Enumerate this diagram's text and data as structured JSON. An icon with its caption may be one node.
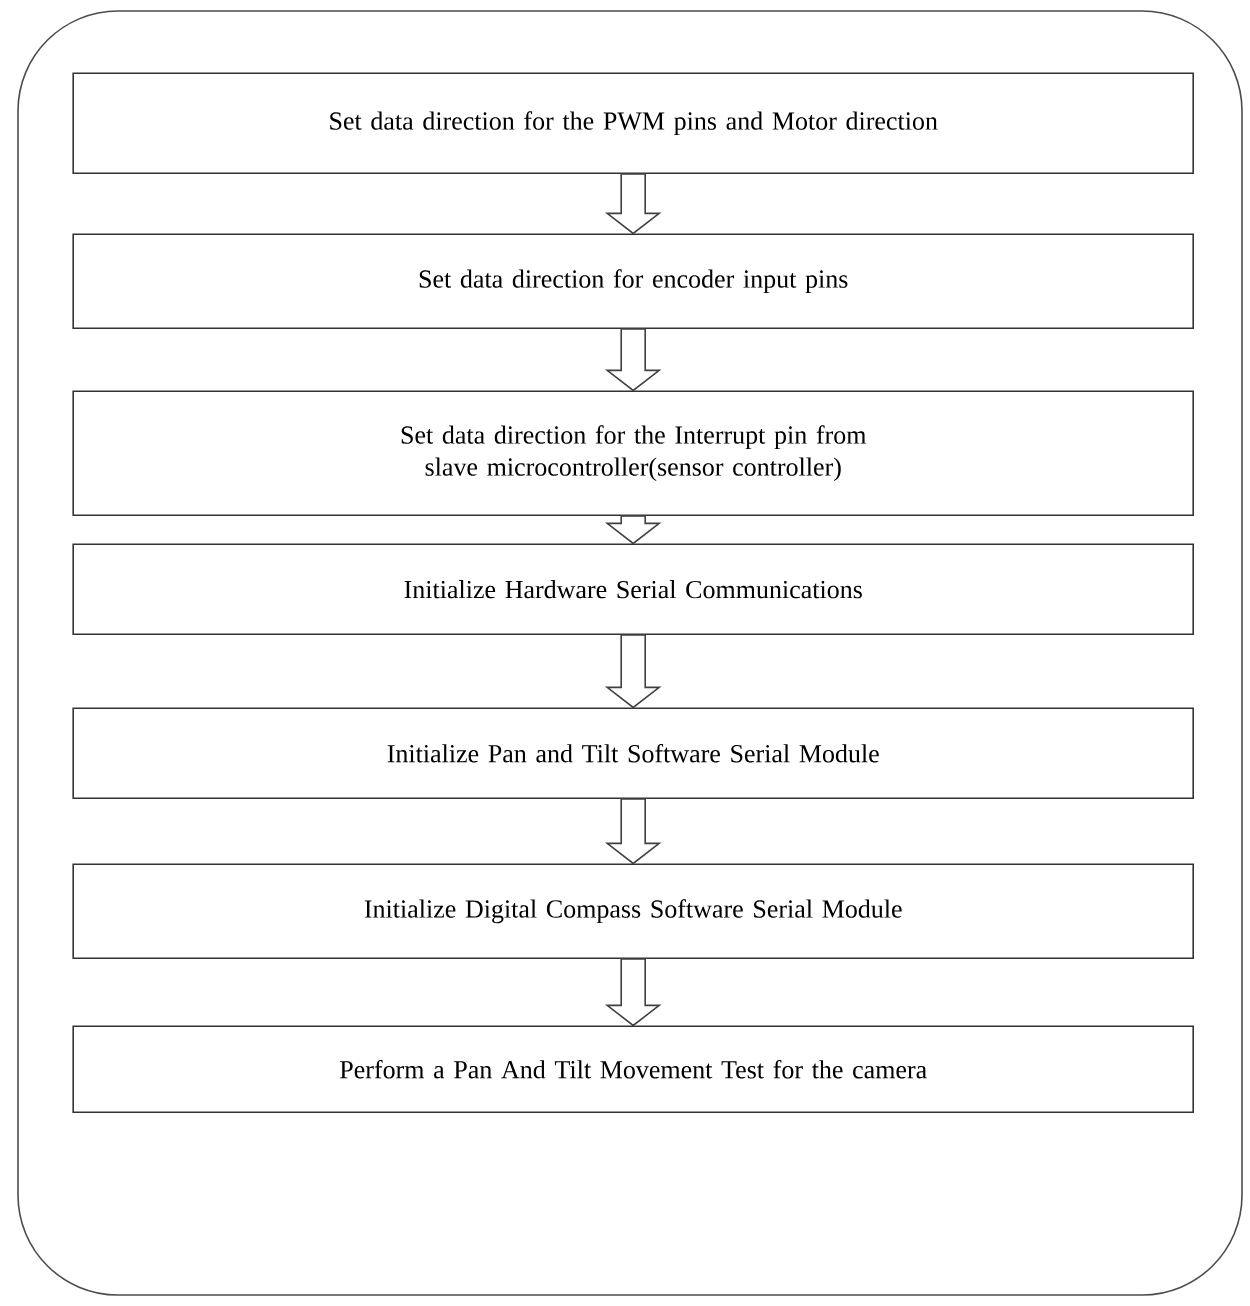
{
  "diagram": {
    "nodes": [
      {
        "text": [],
        "shape": "box"
      },
      {
        "text": [
          "Set data direction for the PWM pins and Motor direction"
        ],
        "in": 0
      },
      {
        "text": [
          "Set data direction for encoder input pins"
        ],
        "in": 0
      },
      {
        "text": [
          "Set data direction for the Interrupt pin from slave microcontroller(sensor controller)"
        ],
        "in": 0
      },
      {
        "text": [
          "Initialize Hardware Serial Communications"
        ],
        "in": 0
      },
      {
        "text": [
          "Initialize Pan and Tilt Software Serial Module"
        ],
        "in": 0
      },
      {
        "text": [
          "Initialize Digital Compass Software Serial Module"
        ],
        "in": 0
      },
      {
        "text": [
          "Perform a Pan And Tilt Movement Test for the camera"
        ],
        "in": 0
      }
    ],
    "edges": [
      {
        "from": 1,
        "to": 2,
        "arrow": "to"
      },
      {
        "from": 2,
        "to": 3,
        "arrow": "to"
      },
      {
        "from": 3,
        "to": 4,
        "arrow": "to"
      },
      {
        "from": 4,
        "to": 5,
        "arrow": "to"
      },
      {
        "from": 5,
        "to": 6,
        "arrow": "to"
      },
      {
        "from": 6,
        "to": 7,
        "arrow": "to"
      }
    ]
  }
}
